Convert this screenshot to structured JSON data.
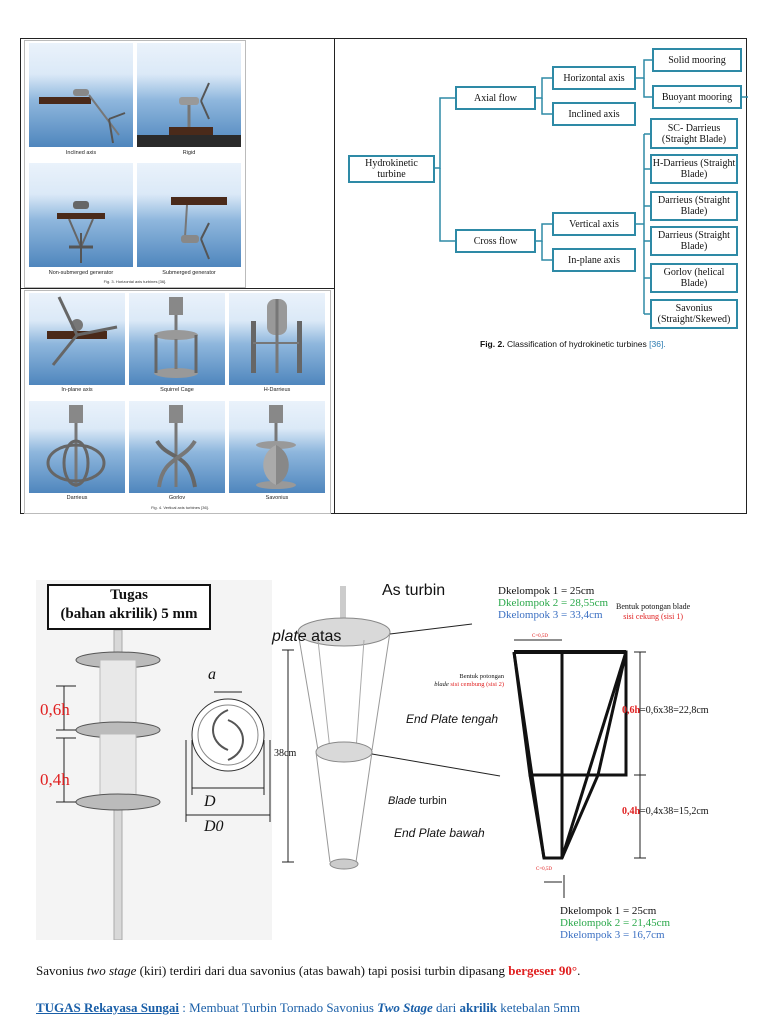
{
  "top_left": {
    "horizontal_tiles": [
      {
        "label": "Inclined axis"
      },
      {
        "label": "Rigid"
      },
      {
        "label": "Non-submerged generator"
      },
      {
        "label": "Submerged generator"
      }
    ],
    "fig3_caption": "Fig. 3. Horizontal axis turbines [36].",
    "vertical_tiles": [
      {
        "label": "In-plane axis"
      },
      {
        "label": "Squirrel Cage"
      },
      {
        "label": "H-Darrieus"
      },
      {
        "label": "Darrieus"
      },
      {
        "label": "Gorlov"
      },
      {
        "label": "Savonius"
      }
    ],
    "fig4_caption": "Fig. 4. Vertical axis turbines [36]."
  },
  "classification": {
    "root": "Hydrokinetic turbine",
    "axial_flow": "Axial flow",
    "cross_flow": "Cross flow",
    "horizontal_axis": "Horizontal axis",
    "inclined_axis": "Inclined axis",
    "vertical_axis": "Vertical axis",
    "in_plane_axis": "In-plane axis",
    "solid_mooring": "Solid mooring",
    "buoyant_mooring": "Buoyant mooring",
    "sc_darrieus": "SC- Darrieus (Straight Blade)",
    "h_darrieus": "H-Darrieus (Straight Blade)",
    "darrieus_1": "Darrieus (Straight Blade)",
    "darrieus_2": "Darrieus (Straight Blade)",
    "gorlov": "Gorlov (helical Blade)",
    "savonius": "Savonius (Straight/Skewed)",
    "caption_fig": "Fig. 2.",
    "caption_text": "Classification of hydrokinetic turbines",
    "caption_ref": "[36]."
  },
  "lower": {
    "task_box_line1": "Tugas",
    "task_box_line2": "(bahan akrilik) 5 mm",
    "h06": "0,6h",
    "h04": "0,4h",
    "a": "a",
    "D": "D",
    "D0": "D0",
    "as_turbin": "As turbin",
    "plate_atas_italic": "plate",
    "plate_atas_rest": " atas",
    "end_plate_tengah": "End Plate tengah",
    "blade_turbin_italic": "Blade",
    "blade_turbin_rest": " turbin",
    "end_plate_bawah": "End Plate bawah",
    "height_38": "38cm",
    "bentuk_cembung_1": "Bentuk potongan",
    "bentuk_cembung_2": "blade",
    "bentuk_cembung_3": "sisi cembung (sisi 2)",
    "bentuk_cekung_1": "Bentuk potongan blade",
    "bentuk_cekung_2": "sisi cekung (sisi 1)",
    "top_d1": "Dkelompok 1 = 25cm",
    "top_d2": "Dkelompok 2 = 28,55cm",
    "top_d3": "Dkelompok 3 = 33,4cm",
    "c_top": "C=0,5D",
    "dim_06_red": "0,6h",
    "dim_06_rest": "=0,6x38=22,8cm",
    "dim_04_red": "0,4h",
    "dim_04_rest": "=0,4x38=15,2cm",
    "c_bottom": "C=0,5D",
    "bot_d1": "Dkelompok 1 = 25cm",
    "bot_d2": "Dkelompok 2 = 21,45cm",
    "bot_d3": "Dkelompok 3 = 16,7cm"
  },
  "text": {
    "line1_a": "Savonius ",
    "line1_b": "two stage",
    "line1_c": " (kiri) terdiri dari dua savonius (atas bawah) tapi posisi turbin dipasang ",
    "line1_d": "bergeser 90°",
    "line1_e": ".",
    "line2_a": "TUGAS Rekayasa Sungai",
    "line2_b": " : Membuat Turbin Tornado Savonius ",
    "line2_c": "Two Stage",
    "line2_d": " dari ",
    "line2_e": "akrilik",
    "line2_f": " ketebalan 5mm"
  },
  "colors": {
    "node_border": "#2e8aa6",
    "accent_red": "#e02020",
    "link_blue": "#1a5fa8"
  }
}
